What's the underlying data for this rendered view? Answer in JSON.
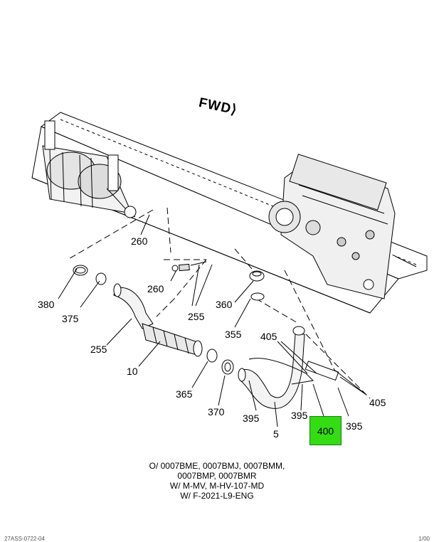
{
  "orientation_label": "FWD",
  "highlight_color": "#33dd11",
  "callouts": {
    "c260a": "260",
    "c260b": "260",
    "c380": "380",
    "c375": "375",
    "c255a": "255",
    "c255b": "255",
    "c360": "360",
    "c355": "355",
    "c405a": "405",
    "c405b": "405",
    "c10": "10",
    "c365": "365",
    "c370": "370",
    "c395a": "395",
    "c395b": "395",
    "c395c": "395",
    "c5": "5",
    "c400": "400"
  },
  "notes": [
    "O/ 0007BME, 0007BMJ, 0007BMM,",
    "0007BMP, 0007BMR",
    "W/ M-MV, M-HV-107-MD",
    "W/ F-2021-L9-ENG"
  ],
  "footer": {
    "left": "27ASS-0722-04",
    "right": "1/00"
  }
}
